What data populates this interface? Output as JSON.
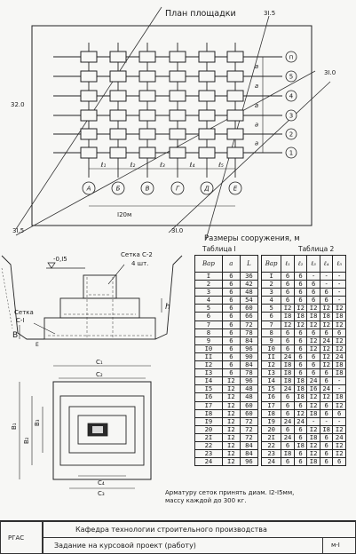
{
  "site_plan": {
    "title": "План площадки",
    "label_31_5_top": "3I.5",
    "label_31_0_right": "3I.0",
    "label_32_0_left": "32.0",
    "label_31_5_bottom": "3I.5",
    "label_31_0_bottom": "3I.0",
    "dimension_120": "I20м",
    "row_labels": [
      "п",
      "5",
      "4",
      "3",
      "2",
      "1"
    ],
    "column_labels": [
      "А",
      "Б",
      "В",
      "Г",
      "Д",
      "Е"
    ],
    "spacing_labels": [
      "ℓ₁",
      "ℓ₂",
      "ℓ₃",
      "ℓ₄",
      "ℓ₅"
    ],
    "row_spacing_label": "а"
  },
  "sizes_heading": "Размеры сооружения, м",
  "table1": {
    "caption": "Таблица I",
    "headers": [
      "Вар",
      "а",
      "L"
    ],
    "rows": [
      [
        "I",
        "6",
        "36"
      ],
      [
        "2",
        "6",
        "42"
      ],
      [
        "3",
        "6",
        "48"
      ],
      [
        "4",
        "6",
        "54"
      ],
      [
        "5",
        "6",
        "60"
      ],
      [
        "6",
        "6",
        "66"
      ],
      [
        "7",
        "6",
        "72"
      ],
      [
        "8",
        "6",
        "78"
      ],
      [
        "9",
        "6",
        "84"
      ],
      [
        "I0",
        "6",
        "96"
      ],
      [
        "II",
        "6",
        "90"
      ],
      [
        "I2",
        "6",
        "84"
      ],
      [
        "I3",
        "6",
        "78"
      ],
      [
        "I4",
        "I2",
        "96"
      ],
      [
        "I5",
        "I2",
        "48"
      ],
      [
        "I6",
        "I2",
        "48"
      ],
      [
        "I7",
        "I2",
        "60"
      ],
      [
        "I8",
        "I2",
        "60"
      ],
      [
        "I9",
        "I2",
        "72"
      ],
      [
        "20",
        "I2",
        "72"
      ],
      [
        "2I",
        "I2",
        "72"
      ],
      [
        "22",
        "I2",
        "84"
      ],
      [
        "23",
        "I2",
        "84"
      ],
      [
        "24",
        "I2",
        "96"
      ]
    ]
  },
  "table2": {
    "caption": "Таблица 2",
    "headers": [
      "Вар",
      "ℓ₁",
      "ℓ₂",
      "ℓ₃",
      "ℓ₄",
      "ℓ₅"
    ],
    "rows": [
      [
        "I",
        "6",
        "6",
        "-",
        "-",
        "-"
      ],
      [
        "2",
        "6",
        "6",
        "6",
        "-",
        "-"
      ],
      [
        "3",
        "6",
        "6",
        "6",
        "6",
        "-"
      ],
      [
        "4",
        "6",
        "6",
        "6",
        "6",
        "-"
      ],
      [
        "5",
        "I2",
        "I2",
        "I2",
        "I2",
        "I2"
      ],
      [
        "6",
        "I8",
        "I8",
        "I8",
        "I8",
        "I8"
      ],
      [
        "7",
        "I2",
        "I2",
        "I2",
        "I2",
        "I2"
      ],
      [
        "8",
        "6",
        "6",
        "6",
        "6",
        "6"
      ],
      [
        "9",
        "6",
        "6",
        "I2",
        "24",
        "I2"
      ],
      [
        "I0",
        "6",
        "6",
        "I2",
        "I2",
        "I2"
      ],
      [
        "II",
        "24",
        "6",
        "6",
        "I2",
        "24"
      ],
      [
        "I2",
        "I8",
        "6",
        "6",
        "I2",
        "I8"
      ],
      [
        "I3",
        "I8",
        "6",
        "6",
        "6",
        "I8"
      ],
      [
        "I4",
        "I8",
        "I8",
        "24",
        "6",
        "-"
      ],
      [
        "I5",
        "24",
        "I8",
        "I6",
        "24",
        "-"
      ],
      [
        "I6",
        "6",
        "I8",
        "I2",
        "I2",
        "I8"
      ],
      [
        "I7",
        "6",
        "6",
        "I2",
        "6",
        "I2"
      ],
      [
        "I8",
        "6",
        "I2",
        "I8",
        "6",
        "6"
      ],
      [
        "I9",
        "24",
        "24",
        "-",
        "-",
        "-"
      ],
      [
        "20",
        "6",
        "6",
        "I2",
        "I8",
        "I2"
      ],
      [
        "2I",
        "24",
        "6",
        "I8",
        "6",
        "24"
      ],
      [
        "22",
        "6",
        "I8",
        "I2",
        "6",
        "I2"
      ],
      [
        "23",
        "I8",
        "6",
        "I2",
        "6",
        "I2"
      ],
      [
        "24",
        "6",
        "6",
        "I8",
        "6",
        "6"
      ]
    ]
  },
  "section": {
    "label_level": "-0,I5",
    "label_setka_c2": "Сетка С-2",
    "label_4_pcs": "4 шт.",
    "label_setka_c1": "Сетка",
    "label_c1": "С-I",
    "label_h": "h",
    "label_b": "В",
    "label_e": "Е"
  },
  "plan_view": {
    "c1": "С₁",
    "c2": "С₂",
    "c3": "С₃",
    "c4": "С₄",
    "b1": "В₁",
    "b2": "В₂",
    "b3": "В₃"
  },
  "note": {
    "line1": "Арматуру сеток принять диам. I2-I5мм,",
    "line2": "массу каждой до 300 кг."
  },
  "title_block": {
    "org": "РГАС",
    "department": "Кафедра технологии строительного производства",
    "task": "Задание на курсовой проект (работу)",
    "sheet": "м-I"
  }
}
